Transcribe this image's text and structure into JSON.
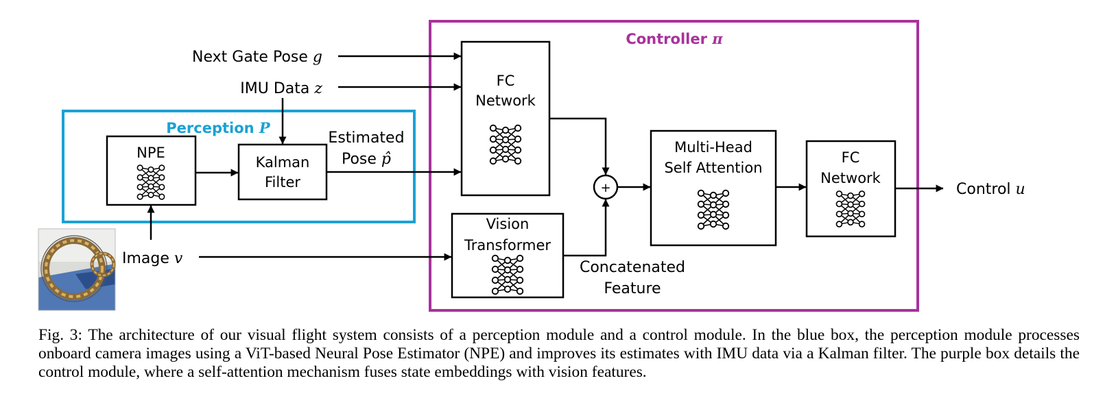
{
  "colors": {
    "perception": "#1aa2d4",
    "controller": "#a8329c",
    "stroke": "#000000"
  },
  "labels": {
    "controller_title": "Controller",
    "controller_symbol": "π",
    "perception_title": "Perception",
    "perception_symbol": "P",
    "next_gate_pose": "Next Gate Pose",
    "next_gate_symbol": "g",
    "imu_data": "IMU Data",
    "imu_symbol": "z",
    "estimated": "Estimated",
    "pose": "Pose",
    "pose_symbol": "p̂",
    "image": "Image",
    "image_symbol": "v",
    "concatenated": "Concatenated",
    "feature": "Feature",
    "control": "Control",
    "control_symbol": "u",
    "plus": "+"
  },
  "blocks": {
    "npe": "NPE",
    "kalman_1": "Kalman",
    "kalman_2": "Filter",
    "fc1_1": "FC",
    "fc1_2": "Network",
    "vit_1": "Vision",
    "vit_2": "Transformer",
    "mhsa_1": "Multi-Head",
    "mhsa_2": "Self Attention",
    "fc2_1": "FC",
    "fc2_2": "Network"
  },
  "icons": {
    "network": "neural-network-icon",
    "photo": "drone-gate-photo"
  },
  "caption": "Fig. 3: The architecture of our visual flight system consists of a perception module and a control module. In the blue box, the perception module processes onboard camera images using a ViT-based Neural Pose Estimator (NPE) and improves its estimates with IMU data via a Kalman filter. The purple box details the control module, where a self-attention mechanism fuses state embeddings with vision features."
}
